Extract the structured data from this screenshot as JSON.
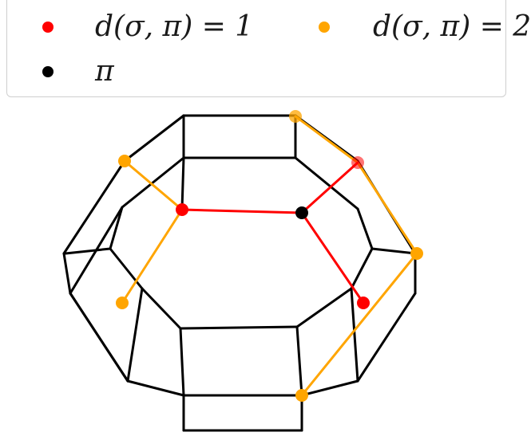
{
  "legend": {
    "entries": [
      {
        "label": "d(σ, π) = 1",
        "color": "#ff0000"
      },
      {
        "label": "d(σ, π) = 2",
        "color": "#ffa500"
      },
      {
        "label": "π",
        "color": "#000000"
      }
    ]
  },
  "diagram": {
    "edge_color": "#000000",
    "path_color_d1": "#ff0000",
    "path_color_d2": "#ffa500"
  }
}
